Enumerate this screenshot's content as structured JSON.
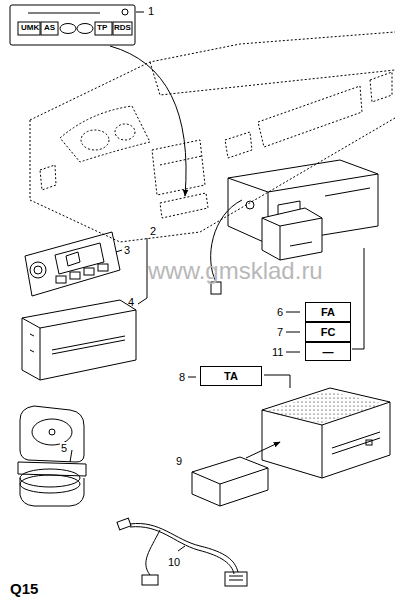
{
  "diagram": {
    "nodes": [
      {
        "text": [
          "FA"
        ]
      },
      {
        "text": [
          "FC"
        ]
      },
      {
        "text": [
          "—"
        ]
      },
      {
        "text": [
          "TA"
        ]
      }
    ],
    "labels": [
      "1",
      "UMK",
      "AS",
      "TP",
      "RDS",
      "3",
      "2",
      "4",
      "6",
      "7",
      "11",
      "8",
      "9",
      "5",
      "10",
      "Q15",
      "www.gmsklad.ru"
    ]
  }
}
